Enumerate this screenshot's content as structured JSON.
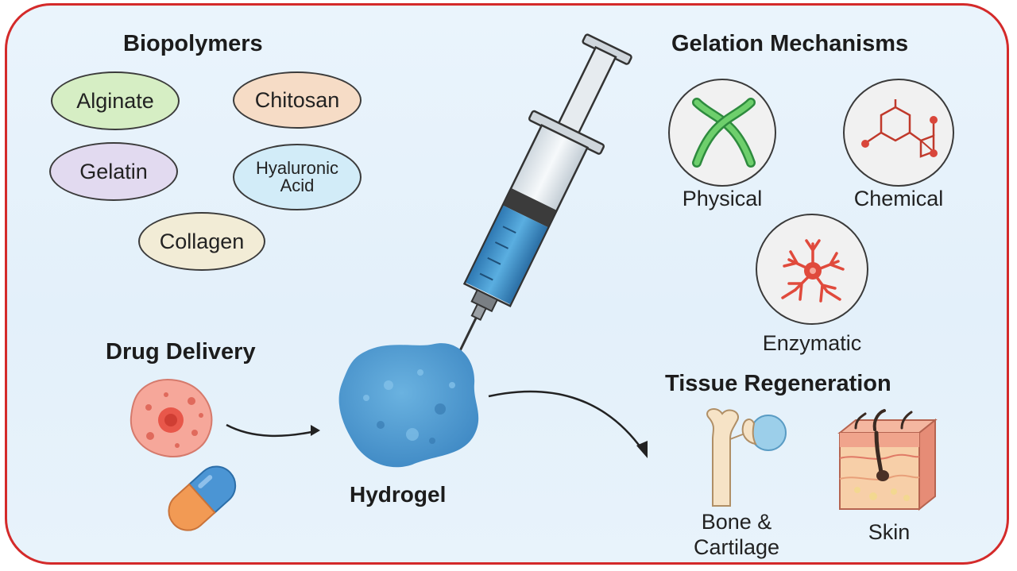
{
  "colors": {
    "frame_border": "#d42a2a",
    "background": "#e6f2fb",
    "hydrogel": "#4a9ad1",
    "alginate": "#d6eec4",
    "chitosan": "#f6dcc6",
    "gelatin": "#e2daf0",
    "hyaluronic_acid": "#d2ecf8",
    "collagen": "#f2ecd6"
  },
  "biopolymers": {
    "title": "Biopolymers",
    "items": [
      {
        "label": "Alginate"
      },
      {
        "label": "Chitosan"
      },
      {
        "label": "Gelatin"
      },
      {
        "label_line1": "Hyaluronic",
        "label_line2": "Acid"
      },
      {
        "label": "Collagen"
      }
    ]
  },
  "gelation": {
    "title": "Gelation Mechanisms",
    "physical": "Physical",
    "chemical": "Chemical",
    "enzymatic": "Enzymatic"
  },
  "drug_delivery": {
    "title": "Drug Delivery"
  },
  "hydrogel": {
    "label": "Hydrogel"
  },
  "tissue": {
    "title": "Tissue Regeneration",
    "bone_line1": "Bone &",
    "bone_line2": "Cartilage",
    "skin": "Skin"
  },
  "icons": [
    "syringe-icon",
    "physical-crosslink-icon",
    "chemical-structure-icon",
    "enzyme-icon",
    "cell-icon",
    "capsule-icon",
    "bone-icon",
    "skin-icon"
  ]
}
